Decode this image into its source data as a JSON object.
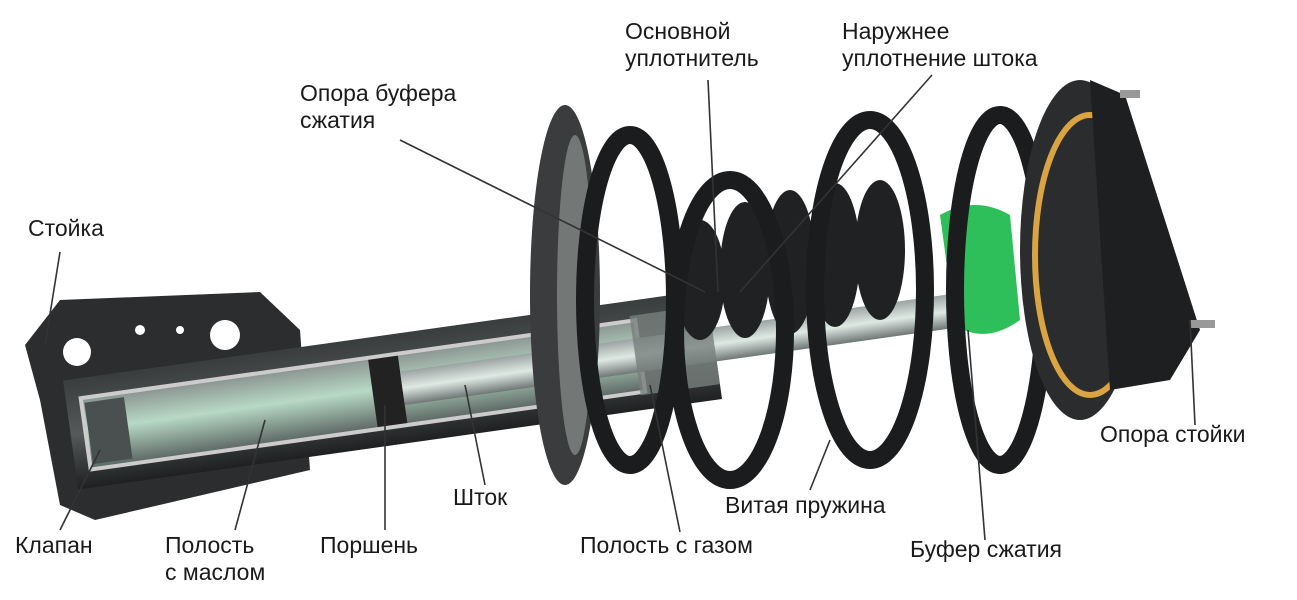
{
  "labels": {
    "strut": "Стойка",
    "bump_stop_mount": [
      "Опора буфера",
      "сжатия"
    ],
    "main_seal": [
      "Основной",
      "уплотнитель"
    ],
    "outer_rod_seal": [
      "Наружнее",
      "уплотнение штока"
    ],
    "strut_mount": "Опора стойки",
    "bump_stop": "Буфер сжатия",
    "coil_spring": "Витая пружина",
    "gas_chamber": "Полость с газом",
    "rod": "Шток",
    "piston": "Поршень",
    "oil_chamber": [
      "Полость",
      "с маслом"
    ],
    "valve": "Клапан"
  },
  "colors": {
    "body": "#2b2d2e",
    "cutaway": "#6f7a78",
    "bump_stop": "#2fbf5a",
    "mount_ring": "#d9a441",
    "oil_tint": "#9fd8b0"
  }
}
